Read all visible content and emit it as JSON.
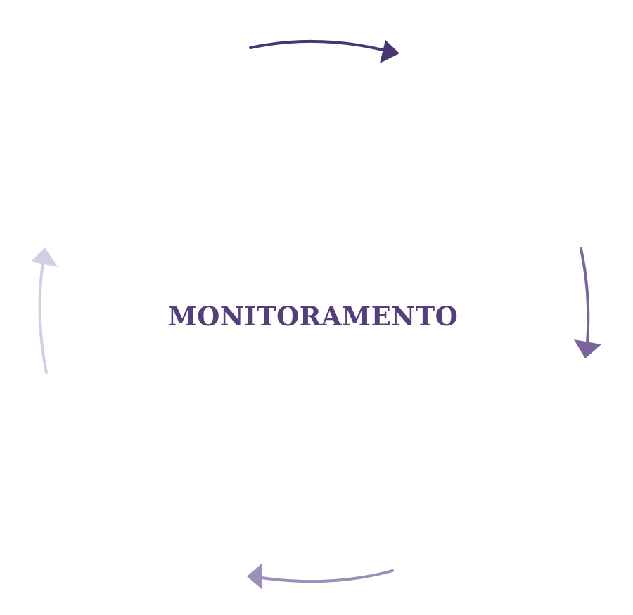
{
  "diagram": {
    "center_label": "MONITORAMENTO",
    "arrow_direction": "clockwise",
    "colors": {
      "title": "#553f7a",
      "arrow_top": "#4a3573",
      "arrow_right": "#7a6499",
      "arrow_bottom": "#9f8fb8",
      "arrow_left": "#d5cde2"
    },
    "arrows": [
      {
        "name": "top",
        "icon": "arrow-right-icon"
      },
      {
        "name": "right",
        "icon": "arrow-down-icon"
      },
      {
        "name": "bottom",
        "icon": "arrow-left-icon"
      },
      {
        "name": "left",
        "icon": "arrow-up-icon"
      }
    ]
  }
}
